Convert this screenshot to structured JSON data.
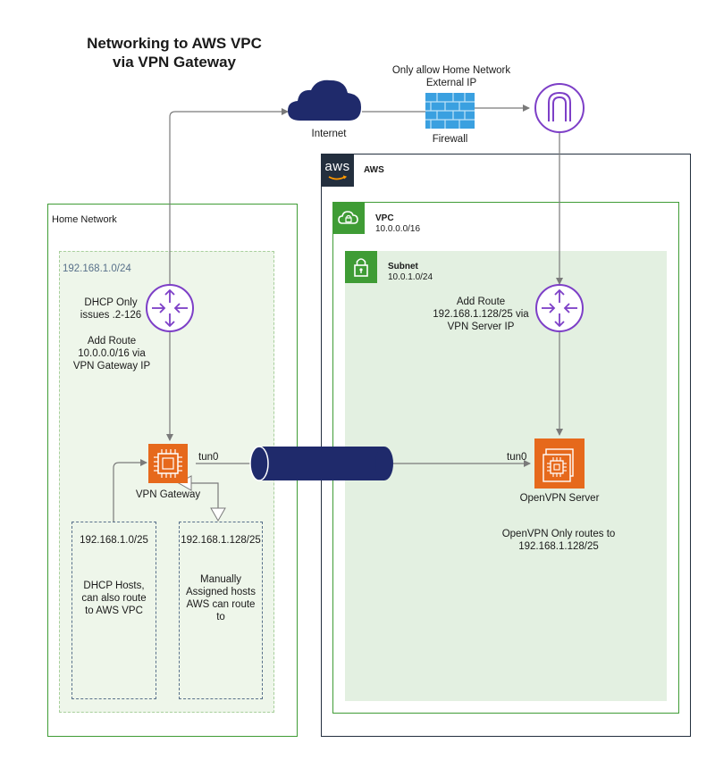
{
  "title_line1": "Networking to AWS VPC",
  "title_line2": "via VPN Gateway",
  "internet_label": "Internet",
  "firewall_label": "Firewall",
  "firewall_note_line1": "Only allow Home Network",
  "firewall_note_line2": "External IP",
  "aws": {
    "logo_text": "aws",
    "label": "AWS"
  },
  "vpc": {
    "label": "VPC",
    "cidr": "10.0.0.0/16"
  },
  "subnet": {
    "label": "Subnet",
    "cidr": "10.0.1.0/24"
  },
  "home": {
    "label": "Home Network",
    "lan_cidr": "192.168.1.0/24",
    "router_note_line1": "DHCP Only",
    "router_note_line2": "issues .2-126",
    "route_line1": "Add Route",
    "route_line2": "10.0.0.0/16 via",
    "route_line3": "VPN Gateway IP",
    "vpn_gateway_label": "VPN Gateway",
    "tun_label": "tun0",
    "dhcp_box": {
      "cidr": "192.168.1.0/25",
      "line1": "DHCP Hosts,",
      "line2": "can also route",
      "line3": "to AWS VPC"
    },
    "manual_box": {
      "cidr": "192.168.1.128/25",
      "line1": "Manually",
      "line2": "Assigned hosts",
      "line3": "AWS  can route",
      "line4": "to"
    }
  },
  "aws_route": {
    "line1": "Add Route",
    "line2": "192.168.1.128/25 via",
    "line3": "VPN Server IP"
  },
  "openvpn": {
    "label": "OpenVPN Server",
    "tun_label": "tun0",
    "note_line1": "OpenVPN Only routes to",
    "note_line2": "192.168.1.128/25"
  },
  "colors": {
    "green": "#3f9c35",
    "aws_dark": "#232f3e",
    "router": "#7d3fc7",
    "ec2_orange": "#e6691c",
    "cloud_navy": "#1f2a6b",
    "firewall_blue": "#3aa0e0",
    "subnet_fill": "#e3f0e1",
    "home_fill": "#eef6ea",
    "arrow_gray": "#7a7a7a"
  }
}
